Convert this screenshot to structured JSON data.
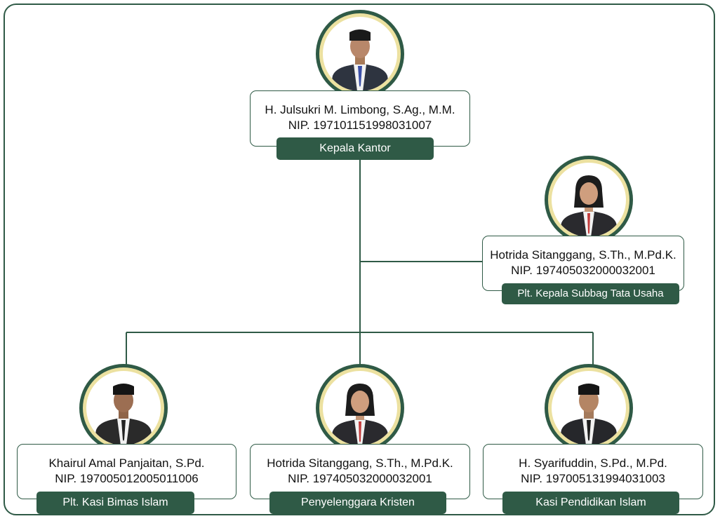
{
  "nodes": {
    "head": {
      "name": "H. Julsukri M. Limbong, S.Ag., M.M.",
      "nip": "NIP. 197101151998031007",
      "role": "Kepala Kantor"
    },
    "admin": {
      "name": "Hotrida Sitanggang, S.Th., M.Pd.K.",
      "nip": "NIP. 197405032000032001",
      "role": "Plt. Kepala Subbag Tata Usaha"
    },
    "bimas": {
      "name": "Khairul Amal Panjaitan, S.Pd.",
      "nip": "NIP. 197005012005011006",
      "role": "Plt. Kasi Bimas Islam"
    },
    "kristen": {
      "name": "Hotrida Sitanggang, S.Th., M.Pd.K.",
      "nip": "NIP. 197405032000032001",
      "role": "Penyelenggara Kristen"
    },
    "pendidikan": {
      "name": "H. Syarifuddin, S.Pd., M.Pd.",
      "nip": "NIP. 197005131994031003",
      "role": "Kasi Pendidikan Islam"
    }
  },
  "colors": {
    "accent": "#2f5a46",
    "ring": "#ece1a0"
  }
}
